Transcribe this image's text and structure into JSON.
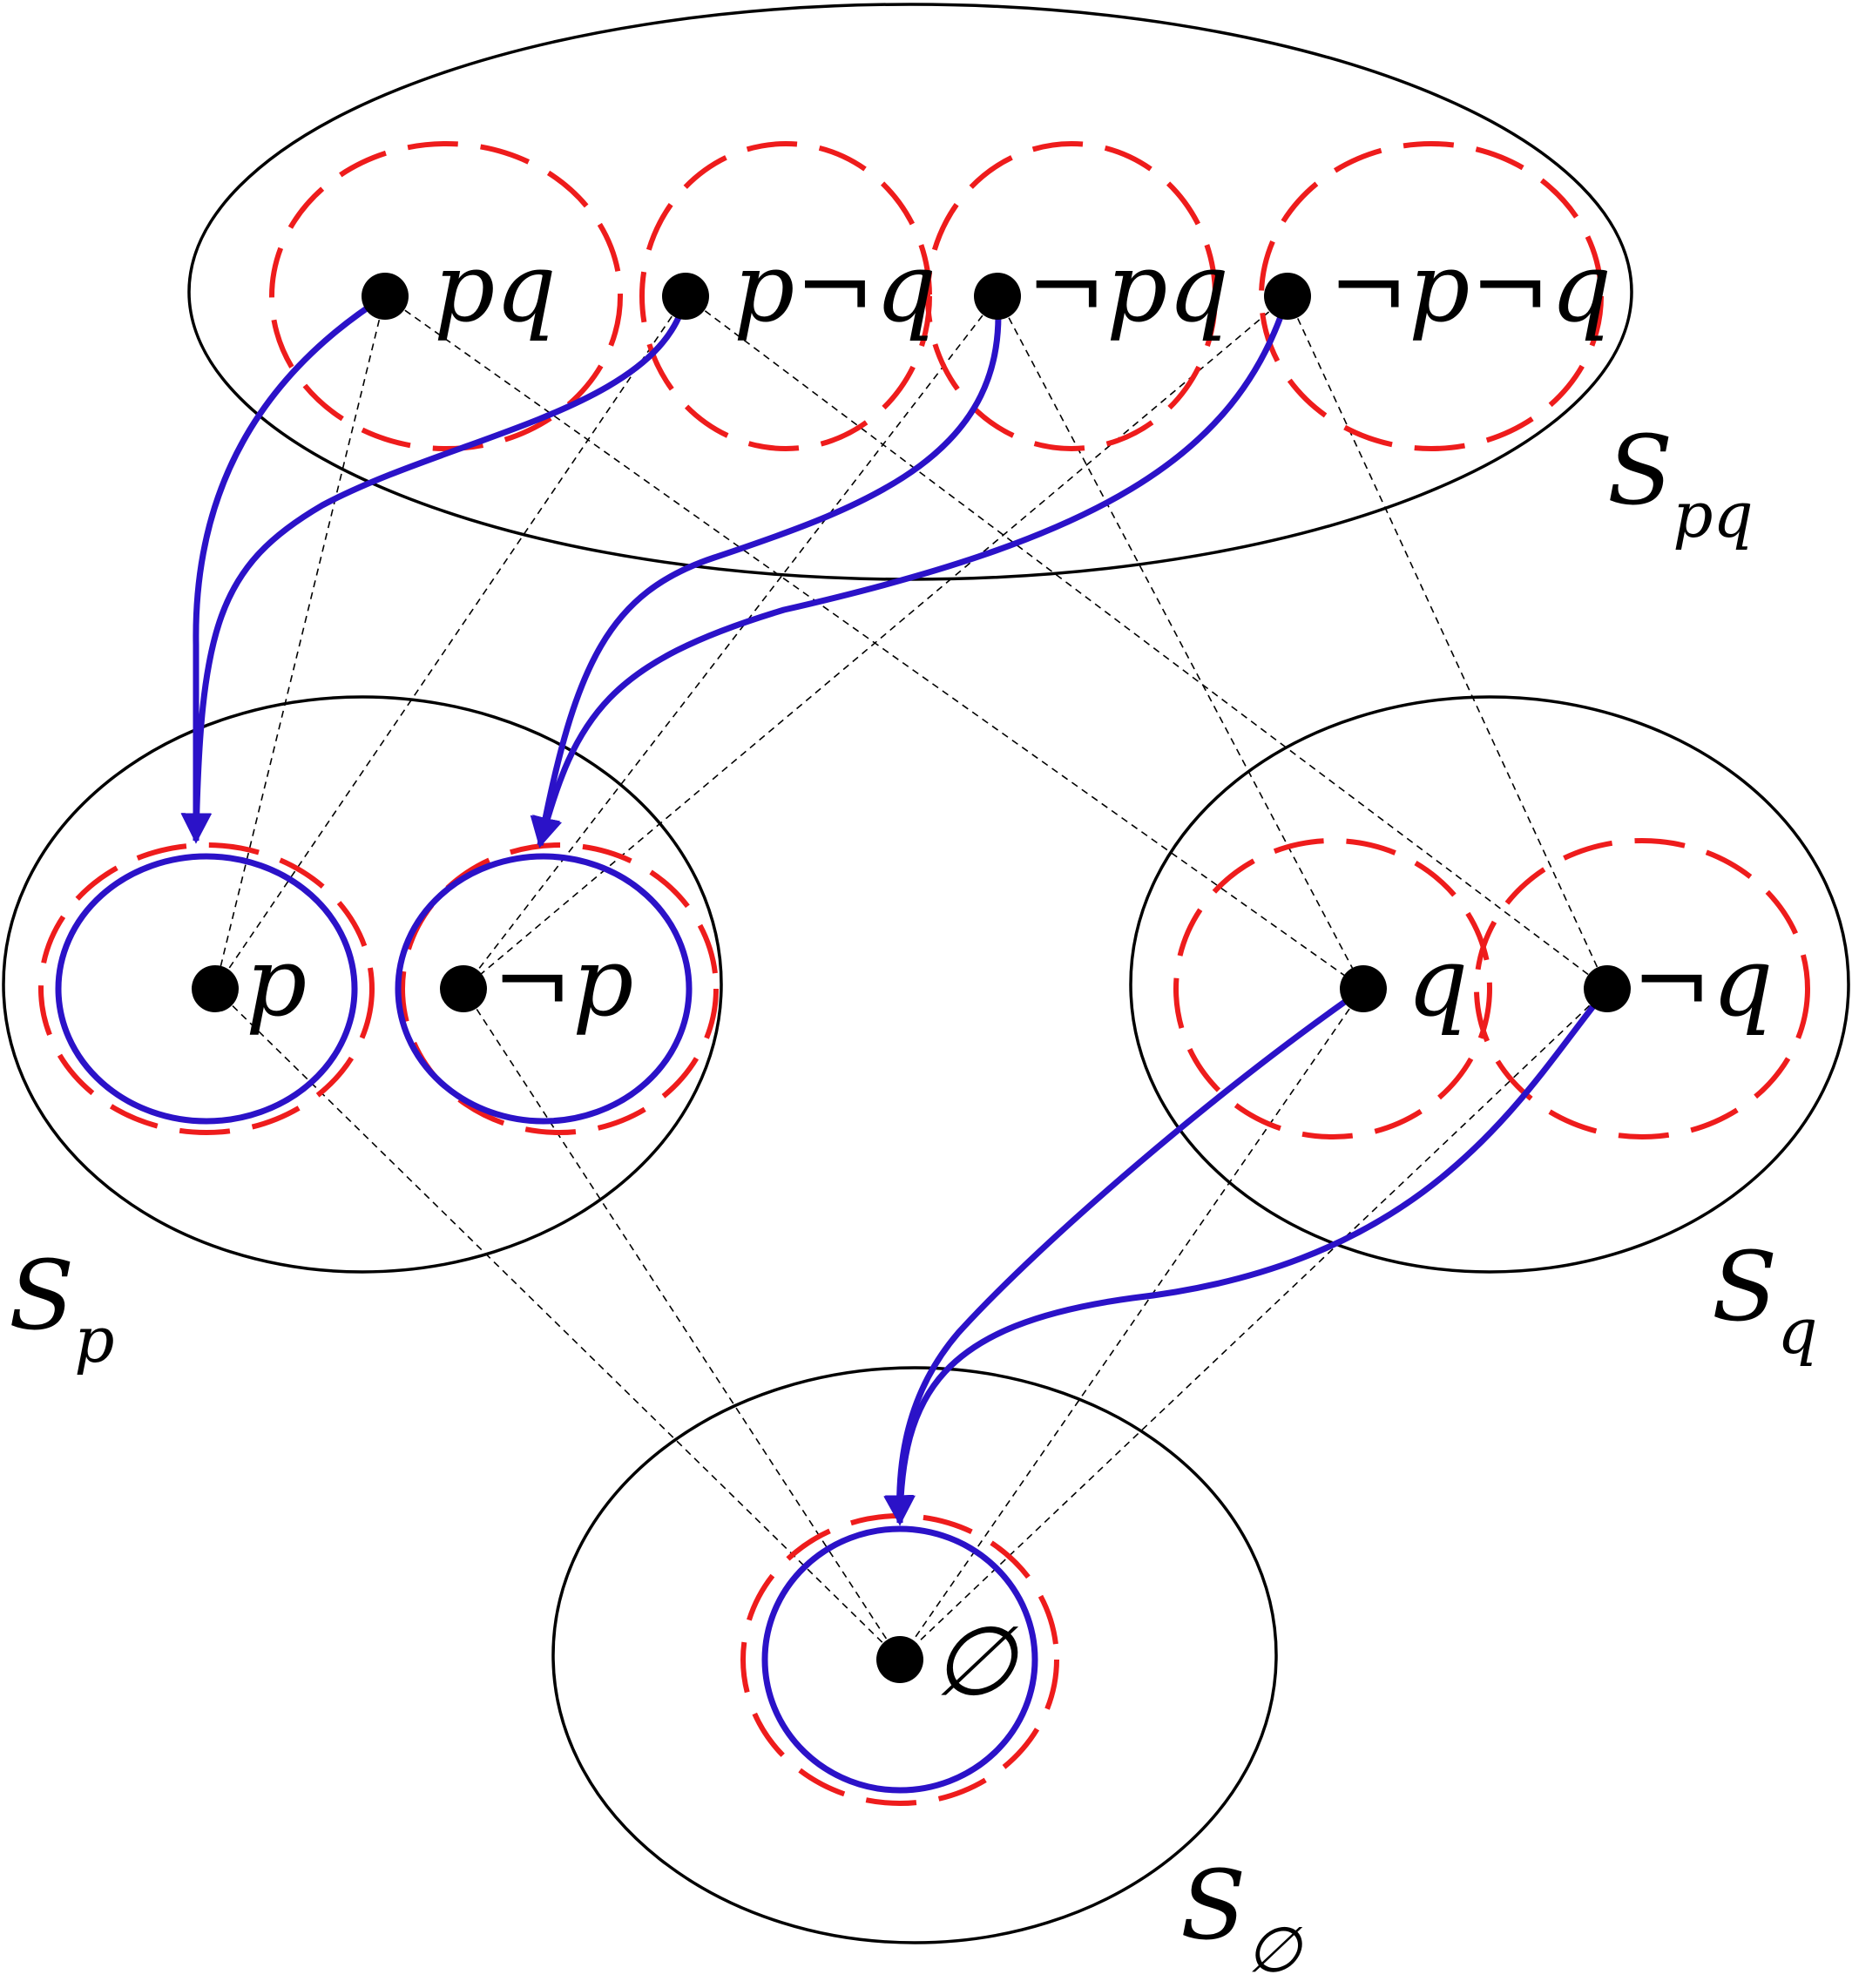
{
  "colors": {
    "red_dashed": "#ee1c1c",
    "blue": "#2b12c8",
    "black": "#000000"
  },
  "sets": [
    {
      "id": "Spq",
      "label": "S",
      "sub": "pq"
    },
    {
      "id": "Sp",
      "label": "S",
      "sub": "p"
    },
    {
      "id": "Sq",
      "label": "S",
      "sub": "q"
    },
    {
      "id": "Sempty",
      "label": "S",
      "sub": "∅"
    }
  ],
  "nodes": [
    {
      "id": "pq",
      "label": "pq"
    },
    {
      "id": "pnq",
      "label": "p¬q"
    },
    {
      "id": "npq",
      "label": "¬pq"
    },
    {
      "id": "npnq",
      "label": "¬p¬q"
    },
    {
      "id": "p",
      "label": "p"
    },
    {
      "id": "np",
      "label": "¬p"
    },
    {
      "id": "q",
      "label": "q"
    },
    {
      "id": "nq",
      "label": "¬q"
    },
    {
      "id": "empty",
      "label": "∅"
    }
  ],
  "dashed_edges": [
    [
      "pq",
      "p"
    ],
    [
      "pq",
      "q"
    ],
    [
      "pnq",
      "p"
    ],
    [
      "pnq",
      "nq"
    ],
    [
      "npq",
      "np"
    ],
    [
      "npq",
      "q"
    ],
    [
      "npnq",
      "np"
    ],
    [
      "npnq",
      "nq"
    ],
    [
      "p",
      "empty"
    ],
    [
      "np",
      "empty"
    ],
    [
      "q",
      "empty"
    ],
    [
      "nq",
      "empty"
    ]
  ],
  "blue_arrows": [
    {
      "from": "pq",
      "to": "p"
    },
    {
      "from": "pnq",
      "to": "p"
    },
    {
      "from": "npq",
      "to": "np"
    },
    {
      "from": "npnq",
      "to": "np"
    },
    {
      "from": "q",
      "to": "empty"
    },
    {
      "from": "nq",
      "to": "empty"
    }
  ],
  "red_dashed_circles": [
    "pq",
    "pnq",
    "npq",
    "npnq",
    "p",
    "np",
    "q",
    "nq",
    "empty"
  ],
  "blue_circles": [
    "p",
    "np",
    "empty"
  ]
}
